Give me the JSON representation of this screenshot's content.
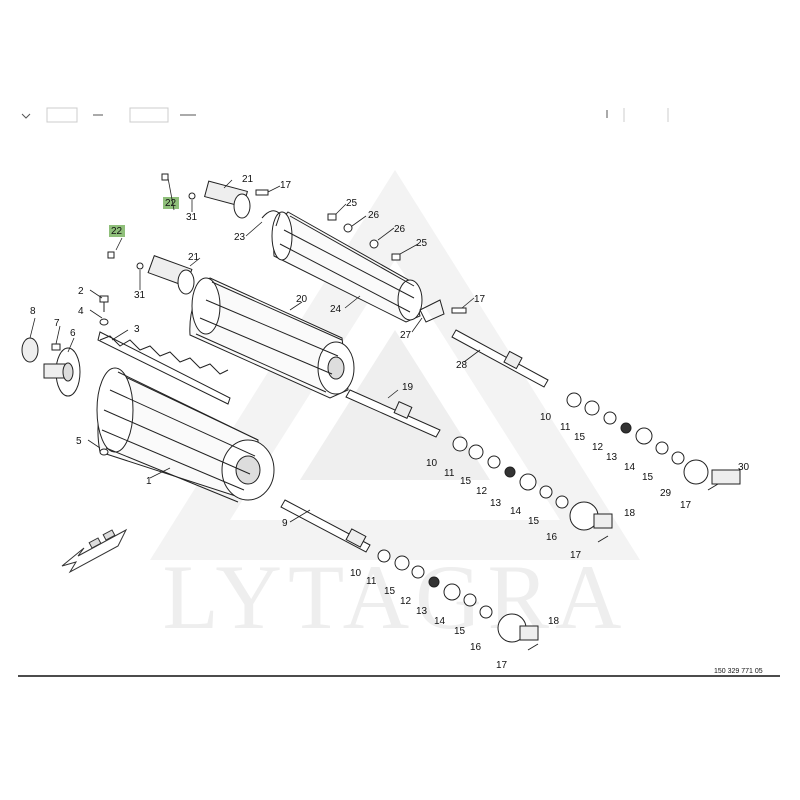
{
  "watermark": "LYTAGRA",
  "drawing_ref": "150 329 771 05",
  "highlight_color": "#8fbf7a",
  "highlighted_part": "22",
  "callouts": [
    "1",
    "2",
    "3",
    "4",
    "5",
    "6",
    "7",
    "8",
    "9",
    "10",
    "11",
    "12",
    "13",
    "14",
    "15",
    "16",
    "17",
    "18",
    "19",
    "20",
    "21",
    "22",
    "23",
    "24",
    "25",
    "26",
    "27",
    "28",
    "29",
    "30",
    "31"
  ],
  "icons": {
    "direction_arrow": "front-direction-arrow-icon"
  }
}
